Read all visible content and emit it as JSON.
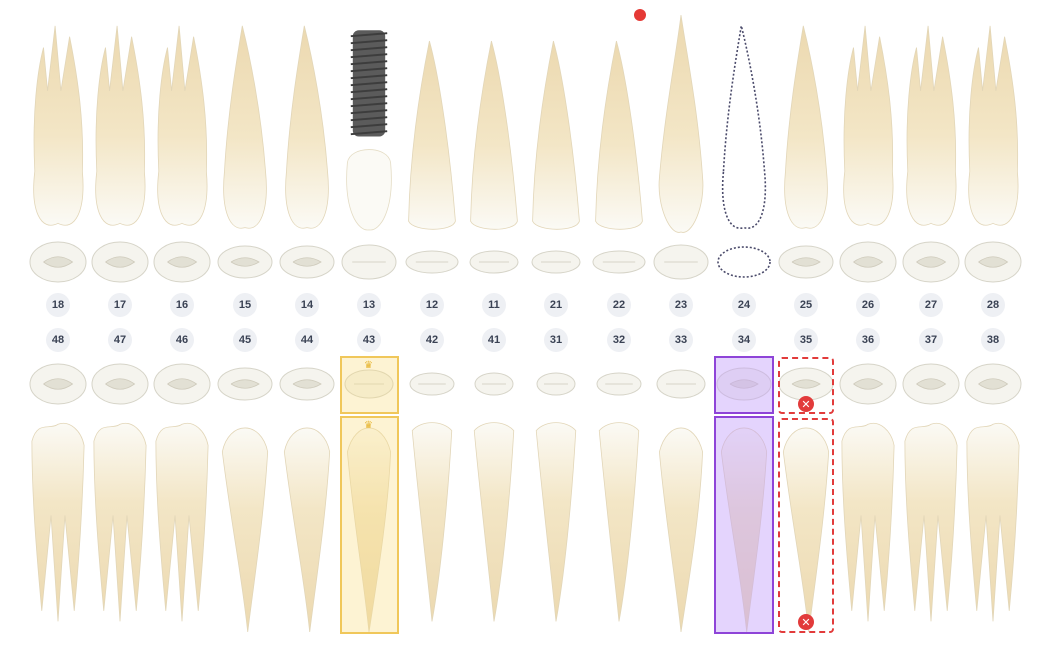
{
  "chart": {
    "upper_numbers": [
      "18",
      "17",
      "16",
      "15",
      "14",
      "13",
      "12",
      "11",
      "21",
      "22",
      "23",
      "24",
      "25",
      "26",
      "27",
      "28"
    ],
    "lower_numbers": [
      "48",
      "47",
      "46",
      "45",
      "44",
      "43",
      "42",
      "41",
      "31",
      "32",
      "33",
      "34",
      "35",
      "36",
      "37",
      "38"
    ],
    "states": {
      "13": "implant",
      "24": "missing",
      "43": "selected-crown",
      "34": "highlighted",
      "35": "marked-extraction"
    }
  },
  "colors": {
    "enamel": "#fbfaf5",
    "root": "#ecd9b0",
    "implant": "#5b5b5b",
    "status_dot": "#e53935",
    "selected": "#f0c75a",
    "highlight": "#8e44d8",
    "extraction": "#e23b3b"
  },
  "icons": {
    "remove": "close-icon",
    "crown": "crown-icon"
  }
}
